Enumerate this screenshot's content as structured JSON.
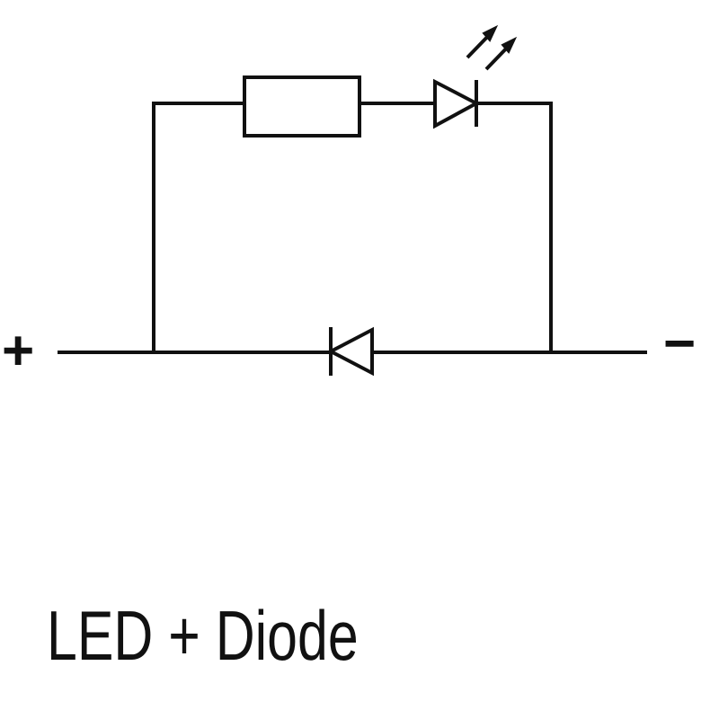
{
  "diagram": {
    "caption": "LED + Diode",
    "terminal_positive": "+",
    "terminal_negative": "−",
    "components": [
      "resistor-symbol",
      "led-symbol",
      "diode-symbol"
    ],
    "line_color": "#111111"
  }
}
